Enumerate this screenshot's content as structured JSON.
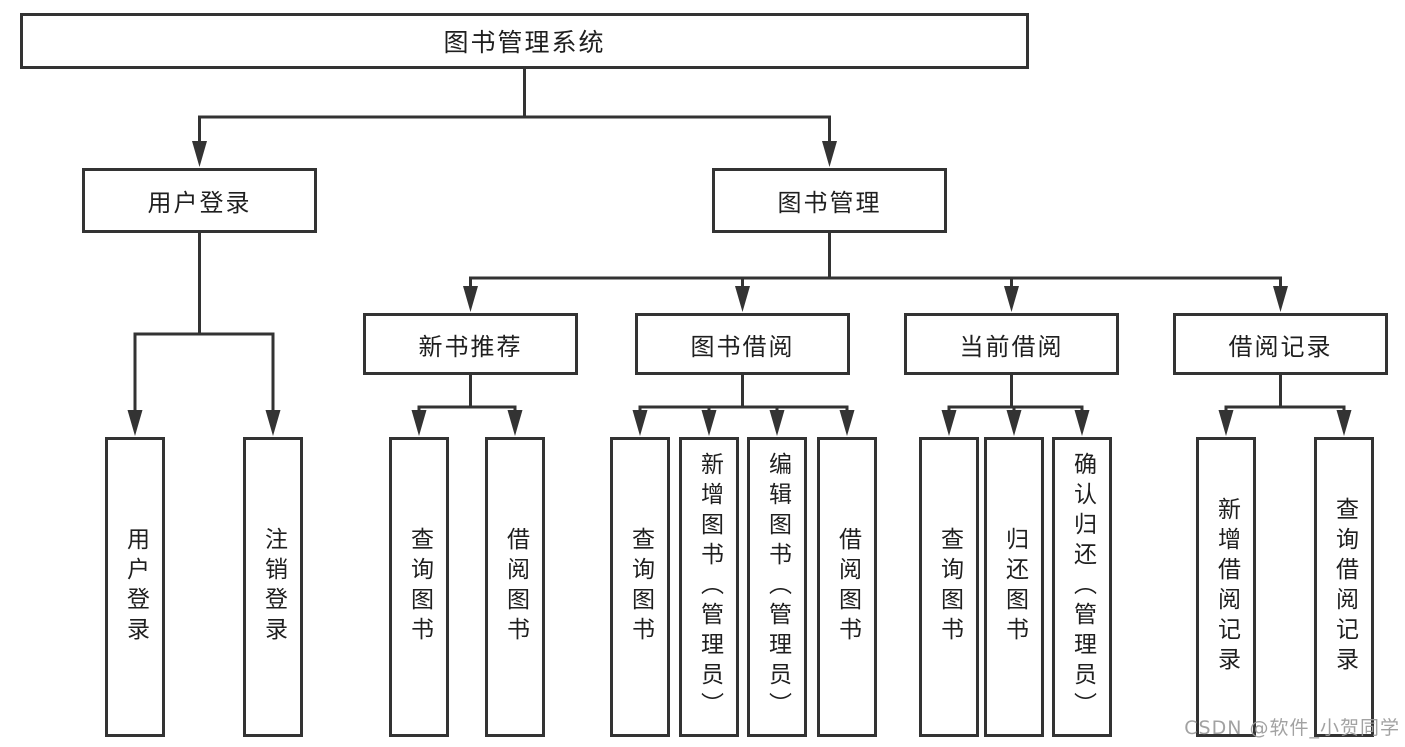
{
  "diagram": {
    "root": {
      "label": "图书管理系统"
    },
    "level2": [
      {
        "label": "用户登录"
      },
      {
        "label": "图书管理"
      }
    ],
    "level3": [
      {
        "label": "新书推荐"
      },
      {
        "label": "图书借阅"
      },
      {
        "label": "当前借阅"
      },
      {
        "label": "借阅记录"
      }
    ],
    "leaves": [
      {
        "label": "用户登录",
        "parent": "用户登录"
      },
      {
        "label": "注销登录",
        "parent": "用户登录"
      },
      {
        "label": "查询图书",
        "parent": "新书推荐"
      },
      {
        "label": "借阅图书",
        "parent": "新书推荐"
      },
      {
        "label": "查询图书",
        "parent": "图书借阅"
      },
      {
        "label": "新增图书（管理员）",
        "parent": "图书借阅"
      },
      {
        "label": "编辑图书（管理员）",
        "parent": "图书借阅"
      },
      {
        "label": "借阅图书",
        "parent": "图书借阅"
      },
      {
        "label": "查询图书",
        "parent": "当前借阅"
      },
      {
        "label": "归还图书",
        "parent": "当前借阅"
      },
      {
        "label": "确认归还（管理员）",
        "parent": "当前借阅"
      },
      {
        "label": "新增借阅记录",
        "parent": "借阅记录"
      },
      {
        "label": "查询借阅记录",
        "parent": "借阅记录"
      }
    ]
  },
  "watermark": {
    "text": "CSDN @软件_小贺同学"
  },
  "colors": {
    "line": "#333333",
    "box_border": "#333333",
    "box_fill": "#ffffff",
    "text": "#1f1f1f",
    "watermark": "#9b9b9b",
    "background": "#ffffff"
  }
}
